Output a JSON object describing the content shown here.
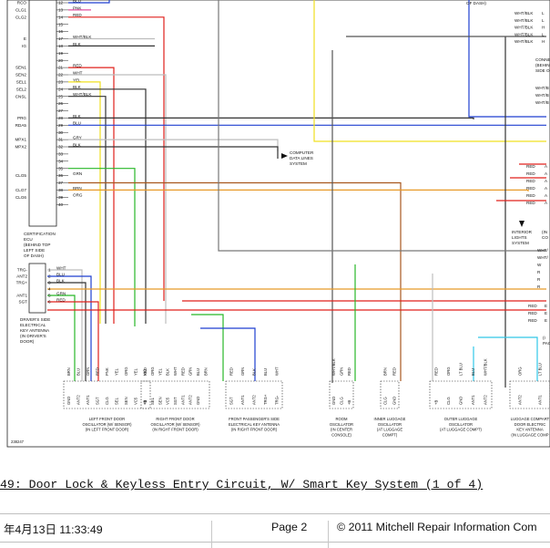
{
  "diagram": {
    "ecu_pins": [
      {
        "num": "12",
        "label": "RCO",
        "wire": "BLU"
      },
      {
        "num": "13",
        "label": "CLG1",
        "wire": "PNK"
      },
      {
        "num": "14",
        "label": "CLG2",
        "wire": "RED"
      },
      {
        "num": "15",
        "label": "",
        "wire": ""
      },
      {
        "num": "16",
        "label": "",
        "wire": ""
      },
      {
        "num": "17",
        "label": "E",
        "wire": "WHT/BLK"
      },
      {
        "num": "18",
        "label": "IG",
        "wire": "BLK"
      },
      {
        "num": "19",
        "label": "",
        "wire": ""
      },
      {
        "num": "20",
        "label": "",
        "wire": ""
      },
      {
        "num": "21",
        "label": "SEN1",
        "wire": "RED"
      },
      {
        "num": "22",
        "label": "SEN2",
        "wire": "WHT"
      },
      {
        "num": "23",
        "label": "SEL1",
        "wire": "YEL"
      },
      {
        "num": "24",
        "label": "SEL2",
        "wire": "BLK"
      },
      {
        "num": "25",
        "label": "CNSL",
        "wire": "WHT/BLK"
      },
      {
        "num": "26",
        "label": "",
        "wire": ""
      },
      {
        "num": "27",
        "label": "",
        "wire": ""
      },
      {
        "num": "28",
        "label": "PRG",
        "wire": "BLK"
      },
      {
        "num": "29",
        "label": "RDA5",
        "wire": "BLU"
      },
      {
        "num": "30",
        "label": "",
        "wire": ""
      },
      {
        "num": "31",
        "label": "MPX1",
        "wire": "GRY"
      },
      {
        "num": "32",
        "label": "MPX2",
        "wire": "BLK"
      },
      {
        "num": "33",
        "label": "",
        "wire": ""
      },
      {
        "num": "34",
        "label": "",
        "wire": ""
      },
      {
        "num": "35",
        "label": "",
        "wire": ""
      },
      {
        "num": "36",
        "label": "CLG5",
        "wire": "GRN"
      },
      {
        "num": "37",
        "label": "",
        "wire": ""
      },
      {
        "num": "38",
        "label": "CLG7",
        "wire": "BRN"
      },
      {
        "num": "39",
        "label": "CLG6",
        "wire": "ORG"
      },
      {
        "num": "40",
        "label": "",
        "wire": ""
      }
    ],
    "top_note": "OF DASH)",
    "right_wires_top": [
      "WHT/BLK",
      "WHT/BLK",
      "WHT/BLK",
      "WHT/BLK",
      "WHT/BLK"
    ],
    "right_wires_top_suffix": [
      "L",
      "L",
      "H",
      "L",
      "H"
    ],
    "connector_note": [
      "CONNE",
      "(BEHIN",
      "SIDE O"
    ],
    "right_wht_labels": [
      "WHT/B",
      "WHT/B",
      "WHT/B"
    ],
    "right_mid_labels": [
      "RED",
      "RED",
      "RED",
      "RED",
      "RED",
      "RED"
    ],
    "right_mid_suffix": [
      "A",
      "A",
      "A",
      "A",
      "A",
      "A"
    ],
    "computer_data": [
      "COMPUTER",
      "DATA LINES",
      "SYSTEM"
    ],
    "ecu_name": [
      "CERTIFICATION",
      "ECU",
      "(BEHIND TOP",
      "LEFT SIDE",
      "OF DASH)"
    ],
    "driver_pins": [
      {
        "label": "TRG-",
        "num": "1",
        "wire": "WHT"
      },
      {
        "label": "ANT2",
        "num": "2",
        "wire": "BLU"
      },
      {
        "label": "TRG+",
        "num": "3",
        "wire": "BLK"
      },
      {
        "label": "",
        "num": "4",
        "wire": ""
      },
      {
        "label": "ANT1",
        "num": "5",
        "wire": "GRN"
      },
      {
        "label": "SGT",
        "num": "6",
        "wire": "RED"
      }
    ],
    "driver_antenna": [
      "DRIVER'S SIDE",
      "ELECTRICAL",
      "KEY ANTENNA",
      "(IN DRIVER'S",
      "DOOR)"
    ],
    "interior_lights": [
      "INTERIOR",
      "LIGHTS",
      "SYSTEM"
    ],
    "interior_lights_side": [
      "(IN",
      "CO"
    ],
    "right_low_labels": [
      "WHT/",
      "WHT/",
      "W",
      "R",
      "R",
      "R"
    ],
    "right_bottom_labels": [
      "RED",
      "RED",
      "RED"
    ],
    "right_bottom_suffix": [
      "E",
      "E",
      "E"
    ],
    "pag_note": [
      "(I",
      "PAG"
    ],
    "component_labels": [
      [
        "LEFT FRONT DOOR",
        "OSCILLATOR (W/ SENSOR)",
        "(IN LEFT FRONT DOOR)"
      ],
      [
        "RIGHT FRONT DOOR",
        "OSCILLATOR (W/ SENSOR)",
        "(IN RIGHT FRONT DOOR)"
      ],
      [
        "FRONT PASSENGER'S SIDE",
        "ELECTRICAL KEY ANTENNA",
        "(IN RIGHT FRONT DOOR)"
      ],
      [
        "ROOM",
        "OSCILLATOR",
        "(IN CENTER",
        "CONSOLE)"
      ],
      [
        "INNER LUGGAGE",
        "OSCILLATOR",
        "(AT LUGGAGE",
        "COMPT)"
      ],
      [
        "OUTER LUGGAGE",
        "OSCILLATOR",
        "(AT LUGGAGE COMPT)"
      ],
      [
        "LUGGAGE COMPART",
        "DOOR ELECTRIC",
        "KEY ANTENNA",
        "(IN LUGGAGE COMP"
      ]
    ],
    "bottom_wires": [
      [
        "BRN",
        "BLU",
        "GRN",
        "RED",
        "PNK",
        "YEL",
        "ORG",
        "YEL",
        "RED"
      ],
      [
        "VIO",
        "ORG",
        "YEL",
        "BLK",
        "WHT",
        "RED",
        "GRN",
        "BLU",
        "BRN"
      ],
      [
        "RED",
        "GRN",
        "BLK",
        "BLU",
        "WHT"
      ],
      [
        "WHT/BLK",
        "GRN",
        "RED"
      ],
      [
        "BRN",
        "RED"
      ],
      [
        "RED",
        "ORG",
        "LT BLU",
        "BLU",
        "WHT/BLK"
      ],
      [
        "ORG",
        "LT BLU"
      ]
    ],
    "bottom_pins": [
      [
        "GND",
        "ANT2",
        "ANT1",
        "SGT",
        "CLG",
        "SEL",
        "SEN",
        "VC5",
        "+B"
      ],
      [
        "+B",
        "SEL",
        "SEN",
        "VC5",
        "SGT",
        "ANT1",
        "ANT2",
        "GND"
      ],
      [
        "SGT",
        "ANT1",
        "ANT2",
        "TRG+",
        "TRG-"
      ],
      [
        "GND",
        "CLG",
        "+B"
      ],
      [
        "CLG",
        "GND"
      ],
      [
        "+B",
        "CLG",
        "GND",
        "ANT1",
        "ANT2"
      ],
      [
        "ANT2",
        "ANT1"
      ]
    ],
    "figure_id": "238247"
  },
  "caption": "49: Door Lock & Keyless Entry Circuit, W/ Smart Key System (1 of 4)",
  "footer": {
    "datetime": "年4月13日 11:33:49",
    "page": "Page 2",
    "copyright": "© 2011 Mitchell Repair Information Com"
  },
  "colors": {
    "blu": "#1f3fd0",
    "red": "#e0201c",
    "yel": "#f0e020",
    "grn": "#28b828",
    "orn": "#e89a28",
    "blk": "#333333",
    "wht": "#bdbdbd",
    "ltblu": "#30c8e8"
  }
}
